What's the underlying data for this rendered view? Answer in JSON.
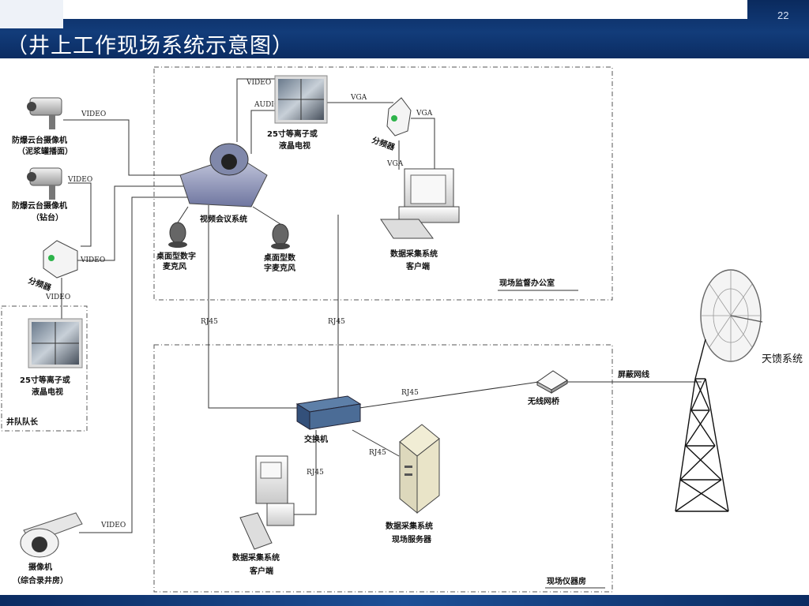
{
  "header": {
    "title": "（井上工作现场系统示意图）",
    "page_number": "22"
  },
  "zones": {
    "office": "现场监督办公室",
    "instrument_room": "现场仪器房",
    "team_leader": "井队队长"
  },
  "devices": {
    "cam_mud_tank": [
      "防爆云台摄像机",
      "（泥浆罐播面）"
    ],
    "cam_drill_floor": [
      "防爆云台摄像机",
      "（钻台）"
    ],
    "splitter_left": "分频器",
    "splitter_top": "分频器",
    "video_conf": "视频会议系统",
    "tv_top": [
      "25寸等离子或",
      "液晶电视"
    ],
    "tv_left": [
      "25寸等离子或",
      "液晶电视"
    ],
    "mic_left": [
      "桌面型数字",
      "麦克风"
    ],
    "mic_right": [
      "桌面型数",
      "字麦克风"
    ],
    "client_top": [
      "数据采集系统",
      "客户端"
    ],
    "switch": "交换机",
    "bridge": "无线网桥",
    "server": [
      "数据采集系统",
      "现场服务器"
    ],
    "client_bottom": [
      "数据采集系统",
      "客户端"
    ],
    "cam_logging": [
      "摄像机",
      "（综合录井房）"
    ],
    "antenna": "天馈系统"
  },
  "signals": {
    "video": "VIDEO",
    "audio": "AUDIO",
    "vga": "VGA",
    "rj45": "RJ45",
    "shielded_cable": "屏蔽网线"
  },
  "colors": {
    "header_bg": "#0f3570",
    "line": "#333333",
    "zone_border": "#555555"
  }
}
